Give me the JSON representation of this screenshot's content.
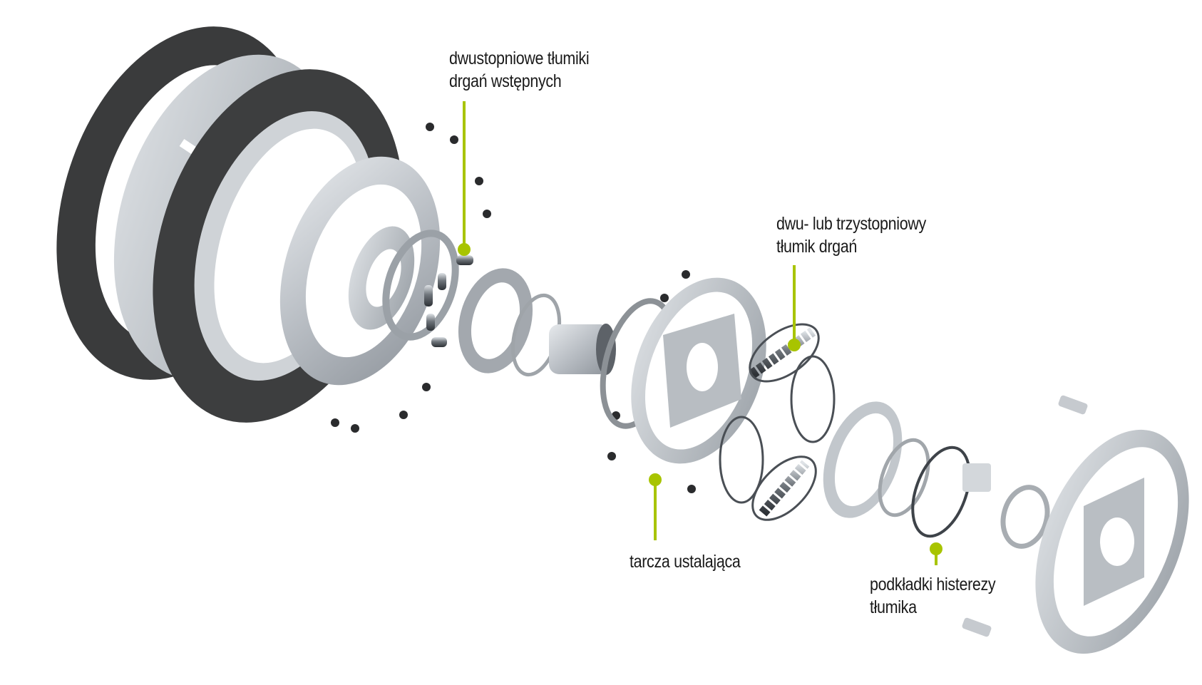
{
  "diagram": {
    "type": "exploded-view",
    "subject": "clutch disc with torsional damper",
    "accent_color": "#a8c400",
    "labels": [
      {
        "id": "pre-damper",
        "lines": [
          "dwustopniowe tłumiki",
          "drgań wstępnych"
        ]
      },
      {
        "id": "main-damper",
        "lines": [
          "dwu- lub trzystopniowy",
          "tłumik drgań"
        ]
      },
      {
        "id": "retainer-plate",
        "lines": [
          "tarcza ustalająca"
        ]
      },
      {
        "id": "hysteresis-washers",
        "lines": [
          "podkładki histerezy",
          "tłumika"
        ]
      }
    ]
  }
}
